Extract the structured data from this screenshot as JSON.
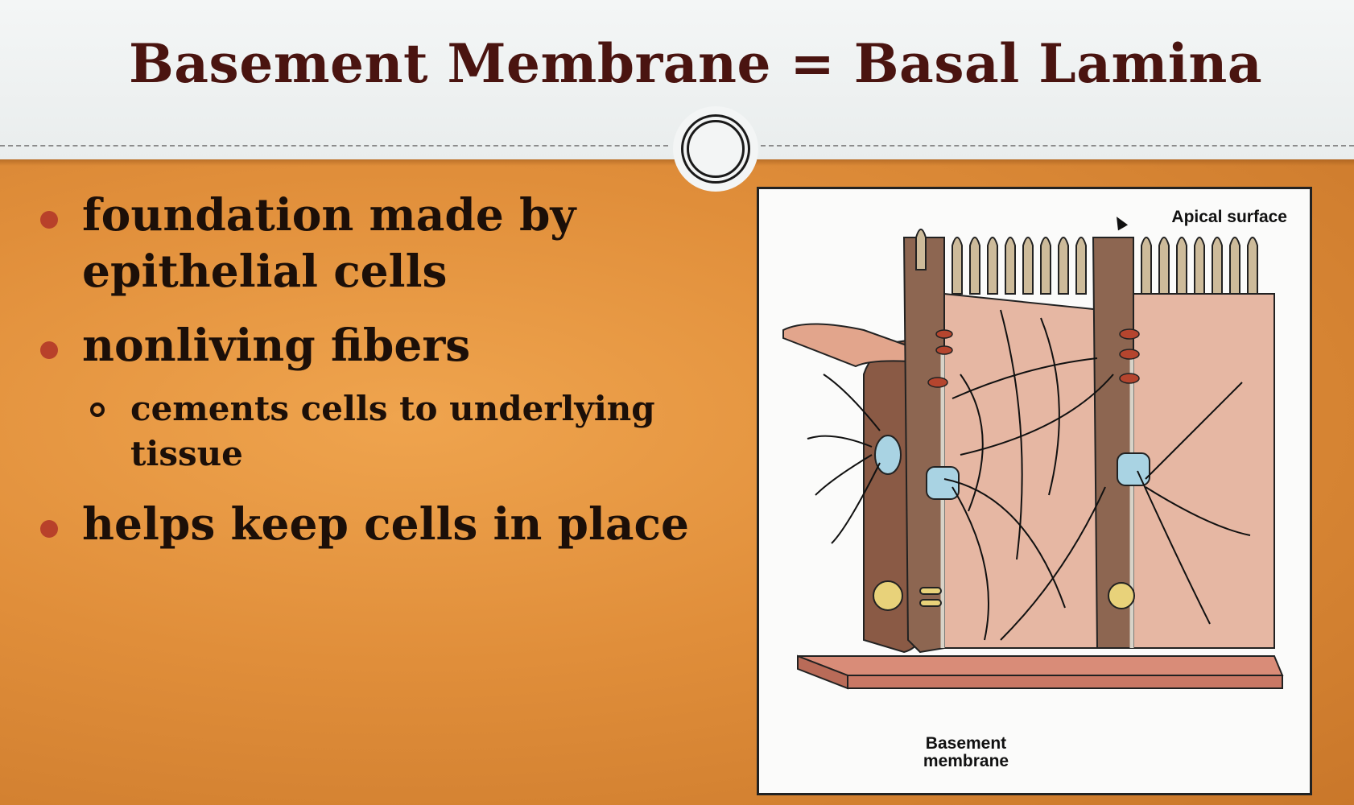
{
  "slide": {
    "title": "Basement Membrane = Basal Lamina",
    "bullets": [
      {
        "text": "foundation made by epithelial cells"
      },
      {
        "text": "nonliving fibers",
        "sub": "cements cells to underlying tissue"
      },
      {
        "text": "helps keep cells in place"
      }
    ]
  },
  "figure": {
    "labels": {
      "apical": "Apical surface",
      "basement": "Basement membrane"
    }
  },
  "colors": {
    "title": "#4a1410",
    "content_bg": "#e08e3a",
    "bullet_dot": "#b8412a",
    "cell_dark": "#8a5a45",
    "cell_light": "#e6b7a3",
    "junction_blue": "#a9d3e3",
    "tight_junction_red": "#b5452e"
  },
  "icons": [
    "bullet-dot-icon",
    "sub-bullet-circle-icon",
    "medallion-ring-icon",
    "mouse-cursor-icon"
  ]
}
